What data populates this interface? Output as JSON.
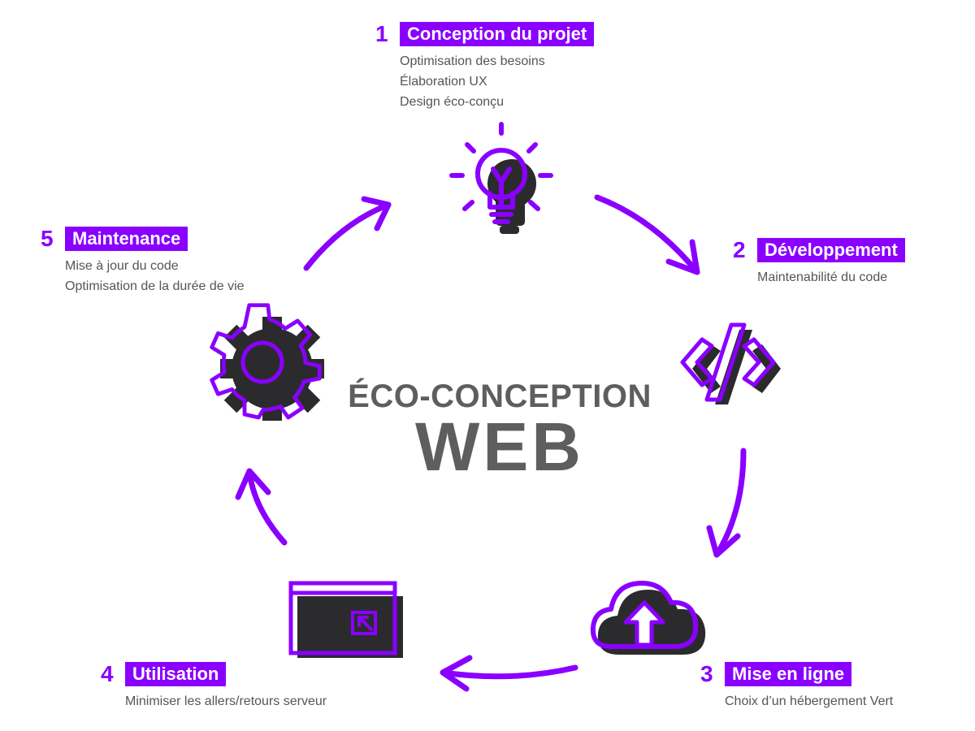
{
  "title": {
    "line1": "ÉCO-CONCEPTION",
    "line2": "WEB"
  },
  "colors": {
    "accent": "#8a00ff",
    "dark": "#2b2b2e",
    "text": "#555555"
  },
  "steps": [
    {
      "number": "1",
      "label": "Conception du projet",
      "icon": "lightbulb-icon",
      "items": [
        "Optimisation des besoins",
        "Élaboration UX",
        "Design éco-conçu"
      ]
    },
    {
      "number": "2",
      "label": "Développement",
      "icon": "code-icon",
      "items": [
        "Maintenabilité du code"
      ]
    },
    {
      "number": "3",
      "label": "Mise en ligne",
      "icon": "cloud-upload-icon",
      "items": [
        "Choix d’un hébergement Vert"
      ]
    },
    {
      "number": "4",
      "label": "Utilisation",
      "icon": "browser-window-icon",
      "items": [
        "Minimiser les allers/retours serveur"
      ]
    },
    {
      "number": "5",
      "label": "Maintenance",
      "icon": "gear-icon",
      "items": [
        "Mise à jour du code",
        "Optimisation de la durée de vie"
      ]
    }
  ]
}
